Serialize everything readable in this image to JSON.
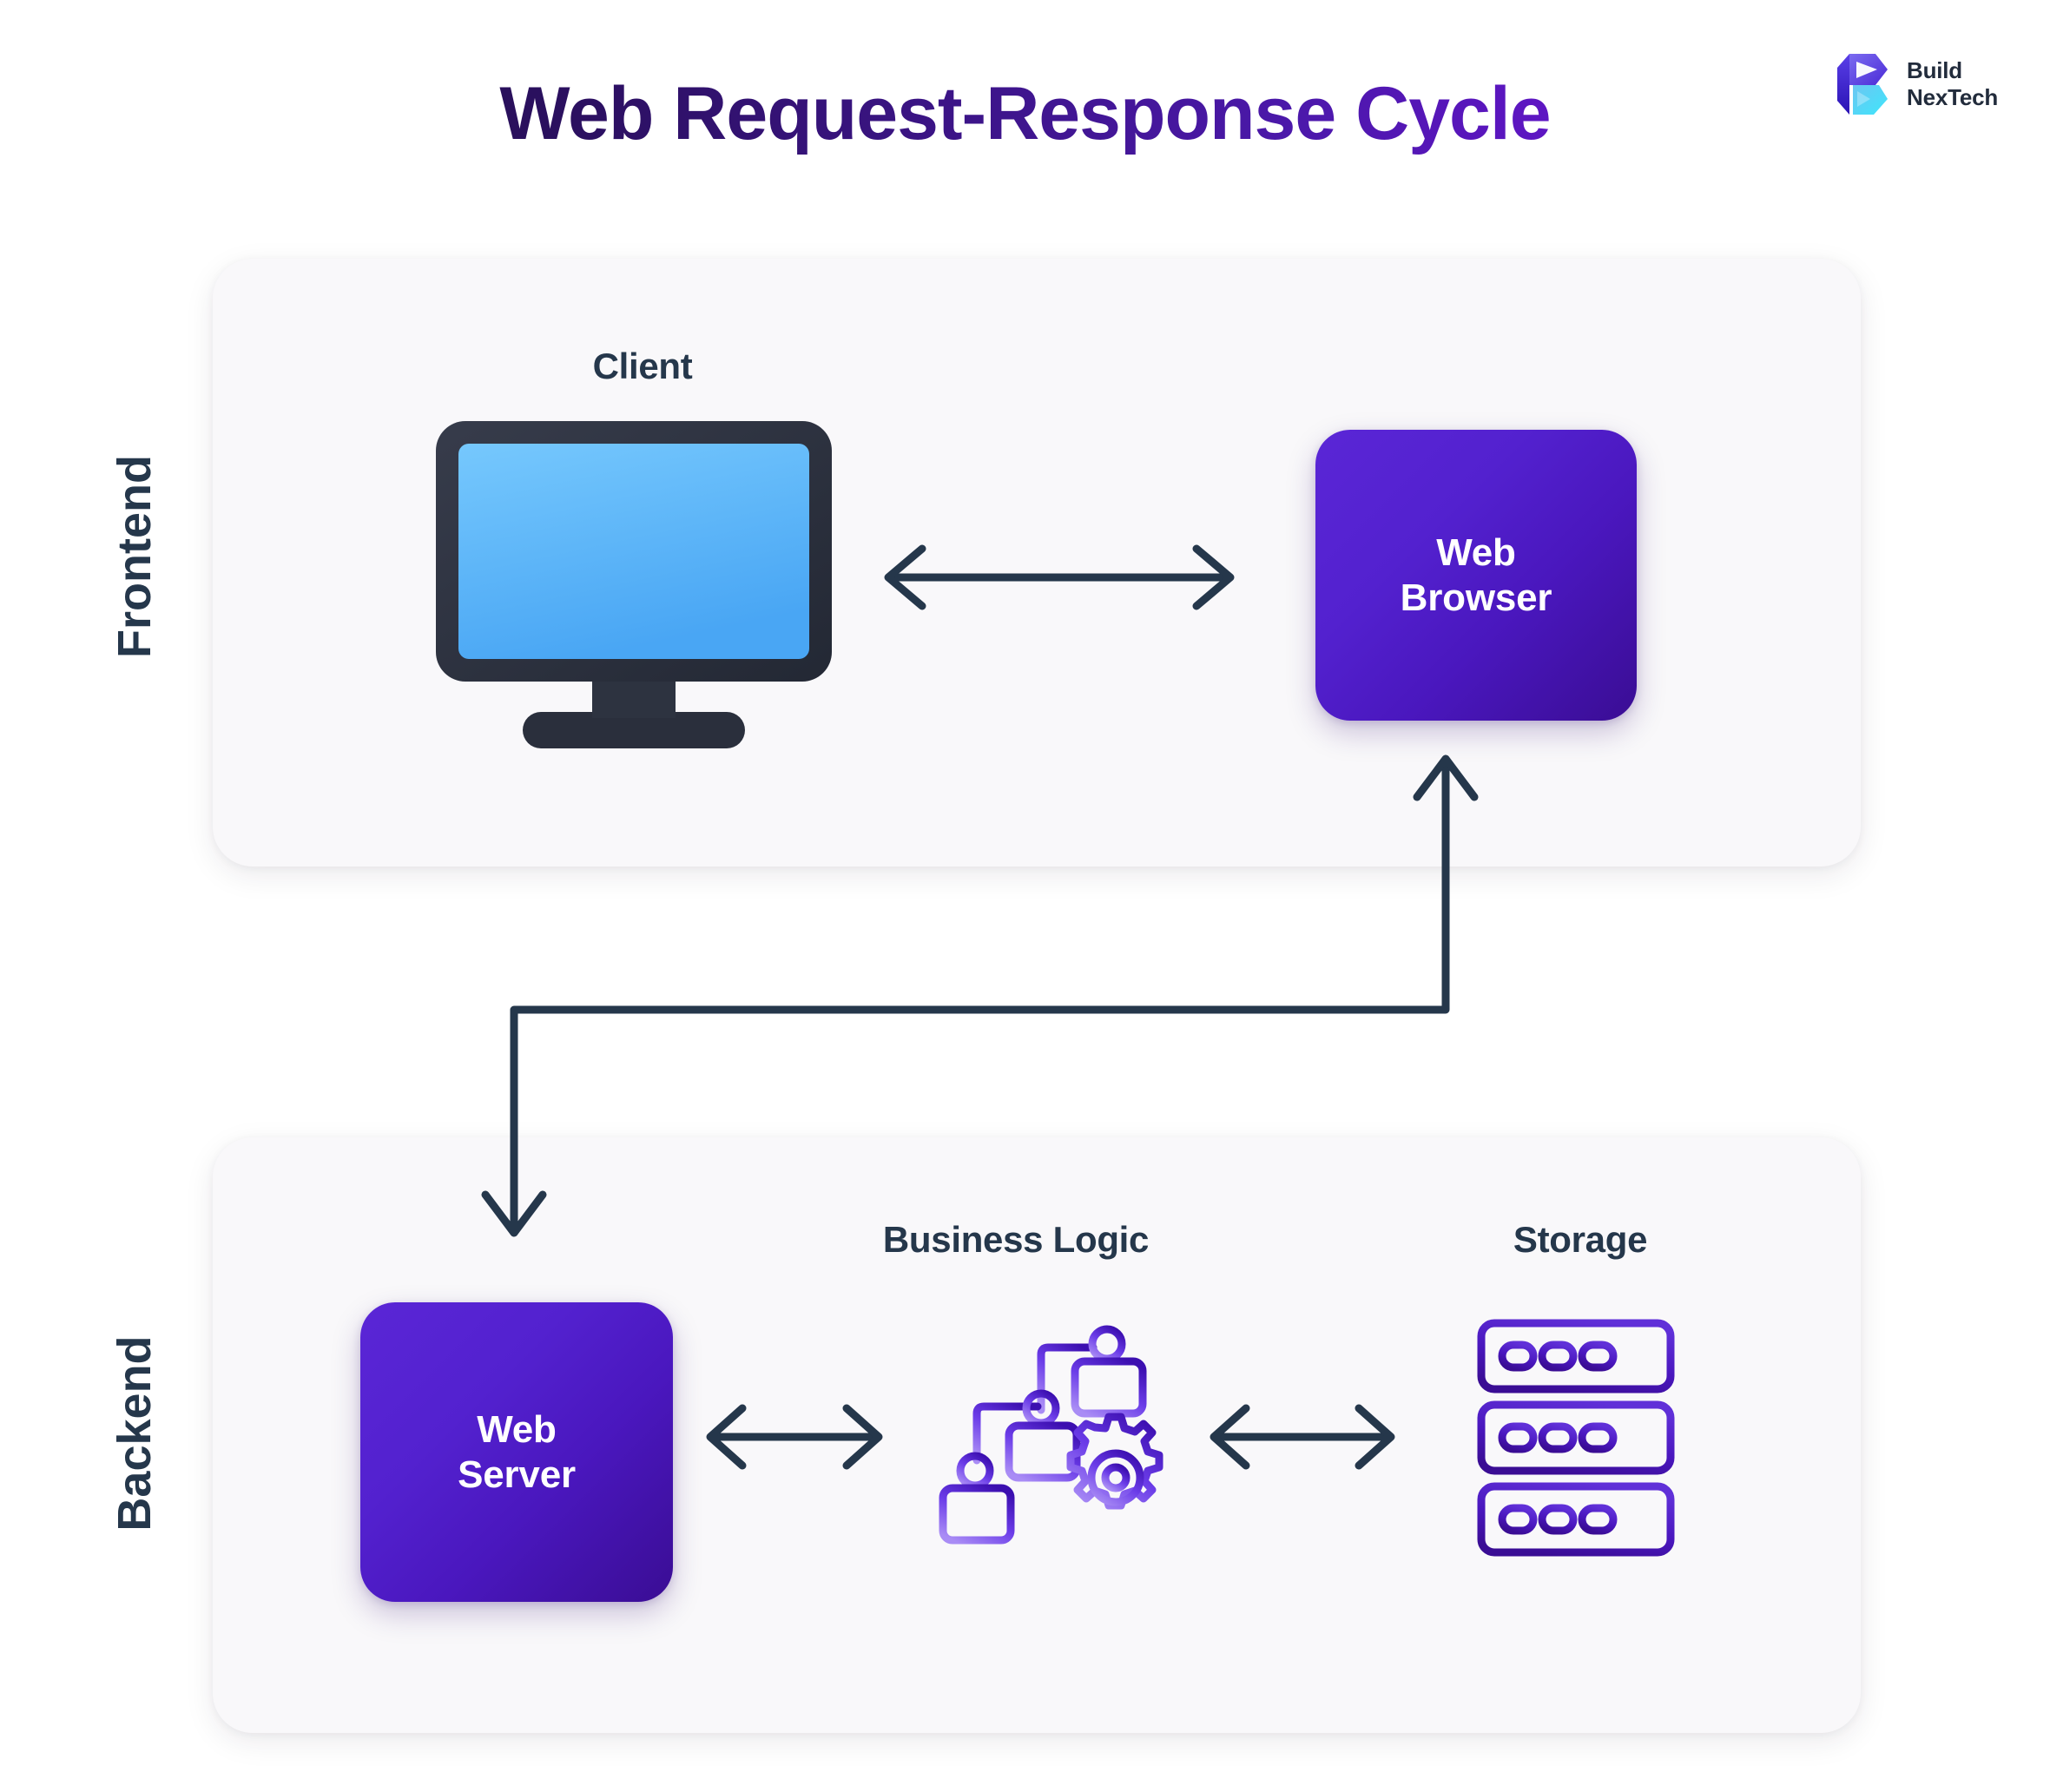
{
  "page": {
    "title": "Web Request-Response Cycle",
    "background_color": "#ffffff",
    "title_gradient_from": "#1d1040",
    "title_gradient_to": "#7b12e6"
  },
  "brand": {
    "logo_icon": "buildnextech-b-hexagon-logo",
    "name_line1": "Build",
    "name_line2": "NexTech",
    "text_color": "#222c3c",
    "mark_purple": "#4b2ad6",
    "mark_cyan": "#4fd8f5"
  },
  "sections": [
    {
      "id": "frontend",
      "label": "Frontend",
      "panel_color": "#f9f8fa",
      "nodes": [
        {
          "id": "client",
          "caption": "Client",
          "icon": "desktop-monitor-icon",
          "type": "icon"
        },
        {
          "id": "web-browser",
          "label": "Web\nBrowser",
          "type": "gradient-card",
          "color_from": "#5a26d6",
          "color_to": "#3a0d94"
        }
      ],
      "connectors": [
        {
          "id": "client-browser",
          "kind": "bidirectional-horizontal-arrow",
          "from": "client",
          "to": "web-browser"
        }
      ]
    },
    {
      "id": "backend",
      "label": "Backend",
      "panel_color": "#f9f8fa",
      "nodes": [
        {
          "id": "web-server",
          "label": "Web\nServer",
          "type": "gradient-card",
          "color_from": "#5a26d6",
          "color_to": "#3a0d94"
        },
        {
          "id": "business-logic",
          "caption": "Business Logic",
          "icon": "flowchart-gear-icon",
          "type": "icon"
        },
        {
          "id": "storage",
          "caption": "Storage",
          "icon": "server-rack-icon",
          "type": "icon"
        }
      ],
      "connectors": [
        {
          "id": "server-logic",
          "kind": "bidirectional-horizontal-arrow",
          "from": "web-server",
          "to": "business-logic"
        },
        {
          "id": "logic-storage",
          "kind": "bidirectional-horizontal-arrow",
          "from": "business-logic",
          "to": "storage"
        }
      ]
    }
  ],
  "cross_section_connector": {
    "id": "server-browser-cycle",
    "kind": "z-shaped-double-ended-arrow",
    "description": "Arrow rising from the backend route up into Web Browser, and descending into Web Server",
    "line_color": "#25374b",
    "stroke_width": 7
  },
  "colors": {
    "ink": "#25374b",
    "panel": "#f9f8fa",
    "monitor_bezel": "#2f3542",
    "monitor_screen_from": "#6ec2fb",
    "monitor_screen_to": "#4aa7f5",
    "icon_purple_dark": "#4a17be",
    "icon_purple_light": "#9b7bf0"
  }
}
